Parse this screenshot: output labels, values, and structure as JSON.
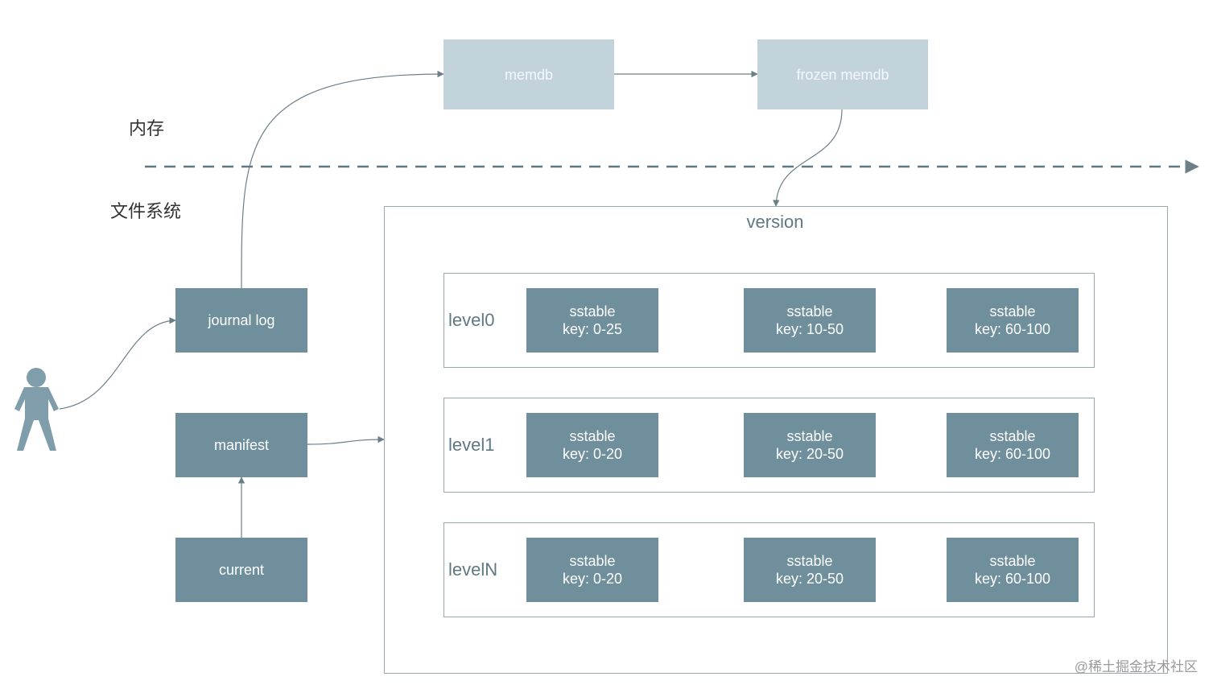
{
  "zones": {
    "memory": "内存",
    "filesystem": "文件系统"
  },
  "memory": {
    "memdb": "memdb",
    "frozen": "frozen memdb"
  },
  "files": {
    "journal": "journal log",
    "manifest": "manifest",
    "current": "current"
  },
  "version": {
    "title": "version",
    "levels": [
      {
        "label": "level0",
        "tables": [
          {
            "name": "sstable",
            "key": "key: 0-25"
          },
          {
            "name": "sstable",
            "key": "key: 10-50"
          },
          {
            "name": "sstable",
            "key": "key: 60-100"
          }
        ]
      },
      {
        "label": "level1",
        "tables": [
          {
            "name": "sstable",
            "key": "key: 0-20"
          },
          {
            "name": "sstable",
            "key": "key: 20-50"
          },
          {
            "name": "sstable",
            "key": "key: 60-100"
          }
        ]
      },
      {
        "label": "levelN",
        "tables": [
          {
            "name": "sstable",
            "key": "key: 0-20"
          },
          {
            "name": "sstable",
            "key": "key: 20-50"
          },
          {
            "name": "sstable",
            "key": "key: 60-100"
          }
        ]
      }
    ]
  },
  "watermark": "@稀土掘金技术社区",
  "colors": {
    "dark_node": "#6f8f9c",
    "light_node": "#c3d3dc",
    "line": "#6b7f88"
  }
}
